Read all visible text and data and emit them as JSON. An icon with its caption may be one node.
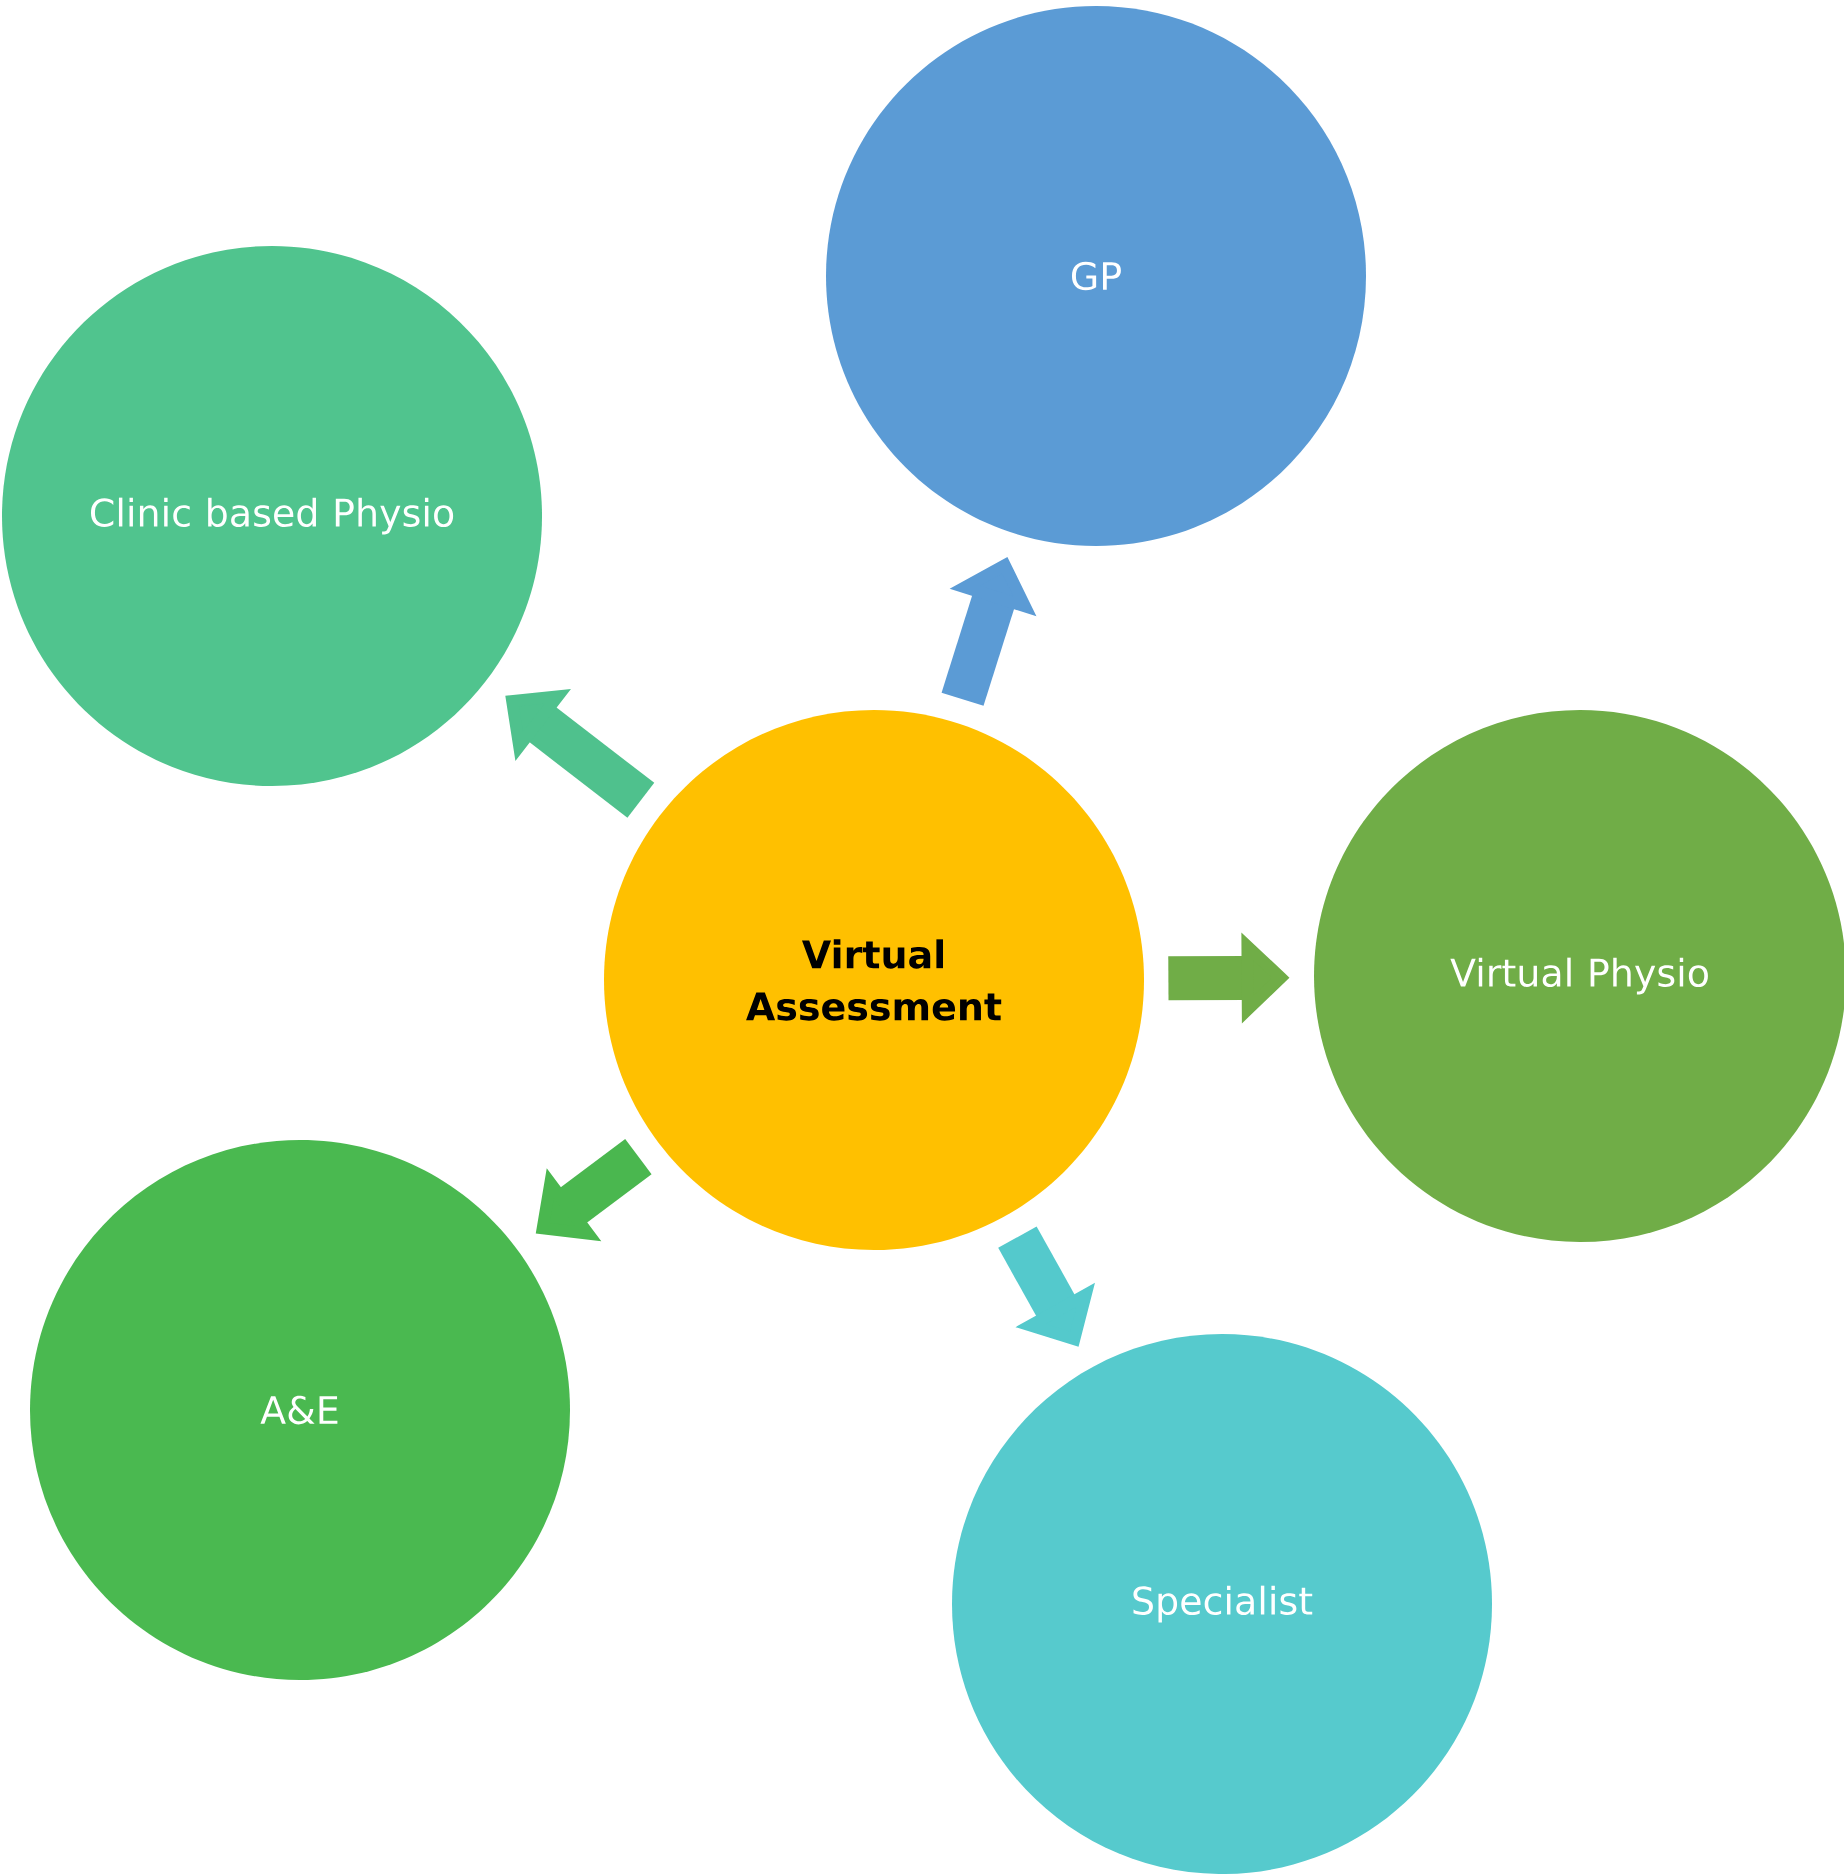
{
  "diagram": {
    "nodes": [
      {
        "text": [
          "Virtual Assessment"
        ]
      },
      {
        "text": [
          "GP"
        ]
      },
      {
        "text": [
          "Clinic based Physio"
        ]
      },
      {
        "text": [
          "Virtual Physio"
        ]
      },
      {
        "text": [
          "A&E"
        ]
      },
      {
        "text": [
          "Specialist"
        ]
      }
    ],
    "edges": [
      {
        "from": 0,
        "to": 1,
        "arrow": "to",
        "color": "#5b9bd5"
      },
      {
        "from": 0,
        "to": 2,
        "arrow": "to",
        "color": "#4fc18d"
      },
      {
        "from": 0,
        "to": 3,
        "arrow": "to",
        "color": "#70ad47"
      },
      {
        "from": 0,
        "to": 4,
        "arrow": "to",
        "color": "#4ab74f"
      },
      {
        "from": 0,
        "to": 5,
        "arrow": "to",
        "color": "#54c9cc"
      }
    ]
  }
}
